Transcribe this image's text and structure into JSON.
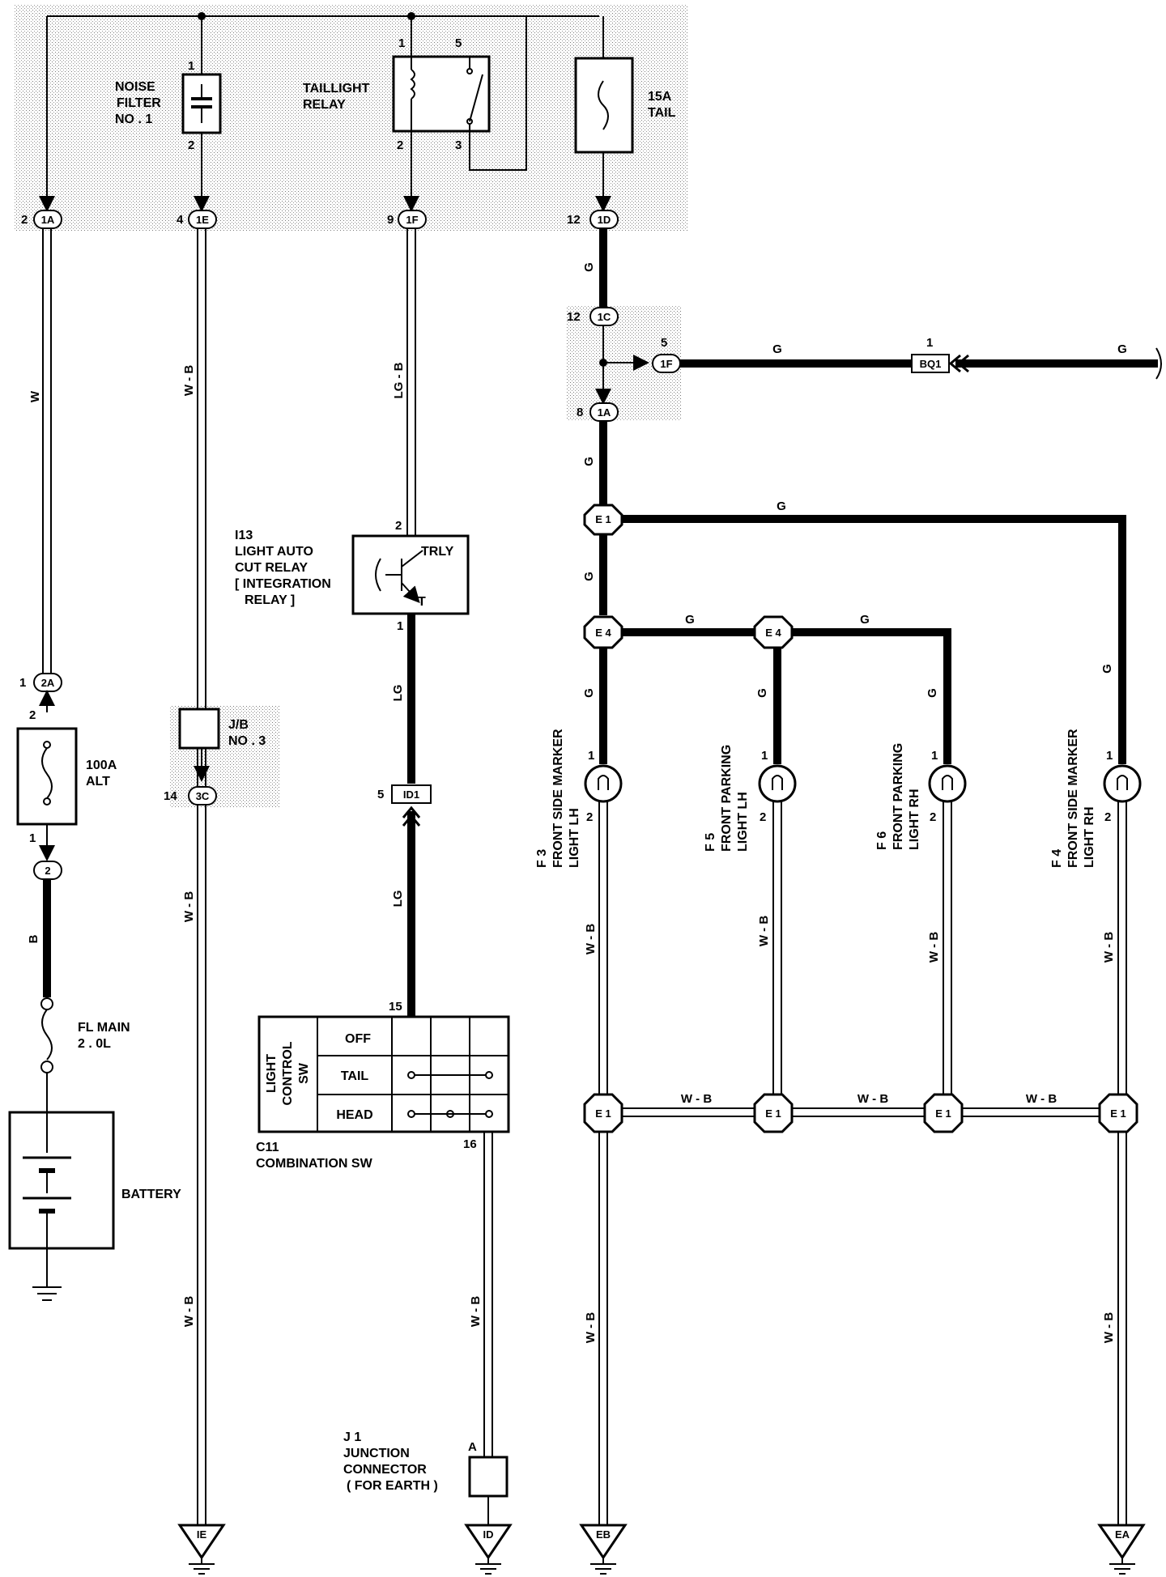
{
  "labels": {
    "noise_filter": [
      "NOISE",
      "FILTER",
      "NO . 1"
    ],
    "taillight_relay": [
      "TAILLIGHT",
      "RELAY"
    ],
    "fuse_tail": [
      "15A",
      "TAIL"
    ],
    "light_auto_cut": [
      "I13",
      "LIGHT AUTO",
      "CUT RELAY",
      "[ INTEGRATION",
      "RELAY ]"
    ],
    "trly": "TRLY",
    "t": "T",
    "alt_fuse": [
      "100A",
      "ALT"
    ],
    "fl_main": [
      "FL MAIN",
      "2 . 0L"
    ],
    "battery": "BATTERY",
    "jb3": [
      "J/B",
      "NO . 3"
    ],
    "combination_sw": [
      "C11",
      "COMBINATION SW"
    ],
    "light_control_sw": [
      "LIGHT",
      "CONTROL",
      "SW"
    ],
    "sw_positions": [
      "OFF",
      "TAIL",
      "HEAD"
    ],
    "junction_connector": [
      "J 1",
      "JUNCTION",
      "CONNECTOR",
      "( FOR EARTH )"
    ],
    "f3": [
      "F 3",
      "FRONT SIDE MARKER",
      "LIGHT LH"
    ],
    "f5": [
      "F 5",
      "FRONT PARKING",
      "LIGHT LH"
    ],
    "f6": [
      "F 6",
      "FRONT PARKING",
      "LIGHT RH"
    ],
    "f4": [
      "F 4",
      "FRONT SIDE MARKER",
      "LIGHT RH"
    ]
  },
  "connectors": {
    "c1A_top": "1A",
    "c1E_top": "1E",
    "c1F_top": "1F",
    "c1D_top": "1D",
    "c1C": "1C",
    "c1F_mid": "1F",
    "c1A_mid": "1A",
    "bq1": "BQ1",
    "c2A": "2A",
    "c2": "2",
    "c3C": "3C",
    "id1": "ID1",
    "e1": "E 1",
    "e4": "E 4"
  },
  "pins": {
    "p2": "2",
    "p4": "4",
    "p9": "9",
    "p12": "12",
    "p1": "1",
    "p5": "5",
    "p3": "3",
    "p8": "8",
    "p14": "14",
    "p15": "15",
    "p16": "16",
    "pA": "A"
  },
  "wires": {
    "w": "W",
    "wb": "W - B",
    "lgb": "LG - B",
    "lg": "LG",
    "g": "G",
    "b": "B"
  },
  "grounds": [
    "IE",
    "ID",
    "EB",
    "EA"
  ]
}
